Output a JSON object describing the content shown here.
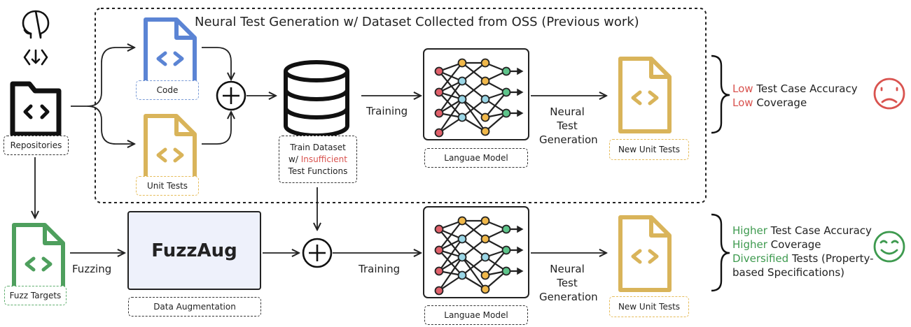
{
  "title": "Neural Test Generation w/ Dataset Collected from OSS (Previous work)",
  "labels": {
    "code": "Code",
    "unit_tests": "Unit Tests",
    "repositories": "Repositories",
    "fuzz_targets": "Fuzz Targets",
    "train_dataset_line1": "Train Dataset",
    "train_dataset_w": "w/ ",
    "train_dataset_insufficient": "Insufficient",
    "train_dataset_line3": "Test Functions",
    "language_model_top": "Languae Model",
    "language_model_bottom": "Languae Model",
    "new_unit_tests_top": "New Unit Tests",
    "new_unit_tests_bottom": "New Unit Tests",
    "data_augmentation": "Data Augmentation",
    "fuzzaug": "FuzzAug"
  },
  "edges": {
    "training_top": "Training",
    "training_bottom": "Training",
    "fuzzing": "Fuzzing",
    "neural_gen_top": [
      "Neural",
      "Test",
      "Generation"
    ],
    "neural_gen_bottom": [
      "Neural",
      "Test",
      "Generation"
    ]
  },
  "results_top": {
    "line1_colored": "Low",
    "line1_rest": " Test Case Accuracy",
    "line2_colored": "Low",
    "line2_rest": " Coverage"
  },
  "results_bottom": {
    "line1_colored": "Higher",
    "line1_rest": " Test Case Accuracy",
    "line2_colored": "Higher",
    "line2_rest": " Coverage",
    "line3_colored": "Diversified",
    "line3_rest": " Tests (Property-",
    "line4": "based Specifications)"
  },
  "colors": {
    "code_blue": "#5b84d4",
    "unit_test_gold": "#d9b45a",
    "fuzz_green": "#4e9f5d",
    "sad_red": "#d9534f",
    "happy_green": "#3e9a4f"
  },
  "icons": [
    "github-icon",
    "download-code-icon",
    "folder-code-icon",
    "database-icon",
    "neural-network-icon",
    "plus-circle-icon",
    "sad-face-icon",
    "happy-face-icon"
  ]
}
